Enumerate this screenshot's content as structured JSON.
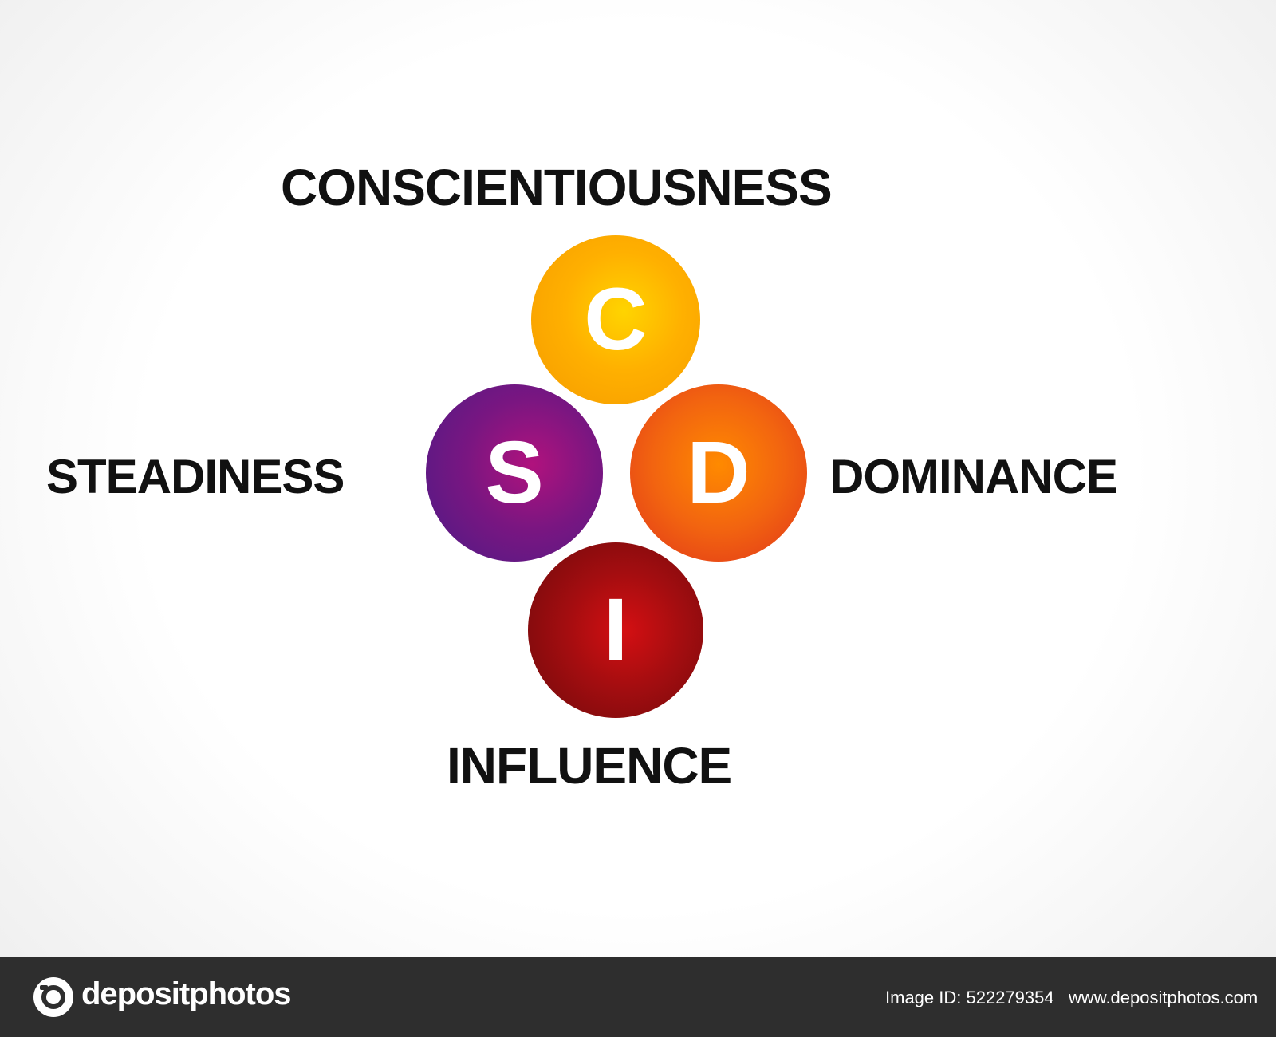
{
  "diagram": {
    "labels": {
      "top": "CONSCIENTIOUSNESS",
      "left": "STEADINESS",
      "right": "DOMINANCE",
      "bottom": "INFLUENCE"
    },
    "circles": [
      {
        "letter": "C",
        "color": "#ffb000"
      },
      {
        "letter": "S",
        "color": "#7a1681"
      },
      {
        "letter": "D",
        "color": "#f26410"
      },
      {
        "letter": "I",
        "color": "#a30d10"
      }
    ]
  },
  "footer": {
    "brand": "depositphotos",
    "image_id": "Image ID: 522279354",
    "url": "www.depositphotos.com"
  }
}
